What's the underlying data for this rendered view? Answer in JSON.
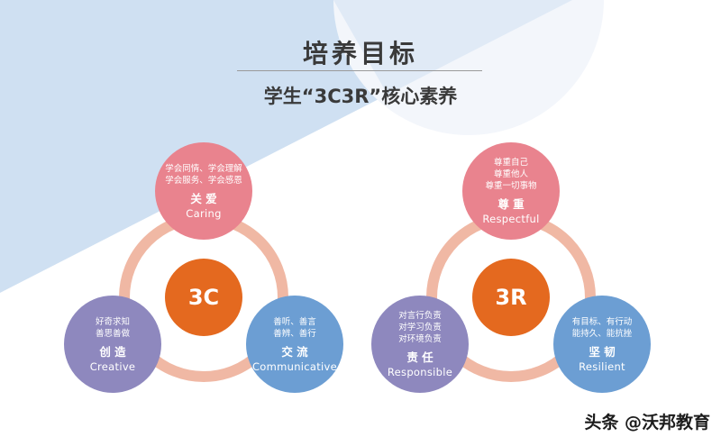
{
  "title": "培养目标",
  "subtitle": "学生“3C3R”核心素养",
  "groups": [
    {
      "core": "3C",
      "nodes": [
        {
          "desc": [
            "学会同情、学会理解",
            "学会服务、学会感恩"
          ],
          "cn": "关 爱",
          "en": "Caring"
        },
        {
          "desc": [
            "好奇求知",
            "善思善做"
          ],
          "cn": "创 造",
          "en": "Creative"
        },
        {
          "desc": [
            "善听、善言",
            "善辨、善行"
          ],
          "cn": "交 流",
          "en": "Communicative"
        }
      ]
    },
    {
      "core": "3R",
      "nodes": [
        {
          "desc": [
            "尊重自己",
            "尊重他人",
            "尊重一切事物"
          ],
          "cn": "尊 重",
          "en": "Respectful"
        },
        {
          "desc": [
            "对言行负责",
            "对学习负责",
            "对环境负责"
          ],
          "cn": "责 任",
          "en": "Responsible"
        },
        {
          "desc": [
            "有目标、有行动",
            "能持久、能抗挫"
          ],
          "cn": "坚 韧",
          "en": "Resilient"
        }
      ]
    }
  ],
  "watermark": "头条 @沃邦教育",
  "colors": {
    "core": "#e4691f",
    "top": "#e9838e",
    "left": "#8e88be",
    "right": "#6c9ed3",
    "ring": "#f0b8a4"
  }
}
